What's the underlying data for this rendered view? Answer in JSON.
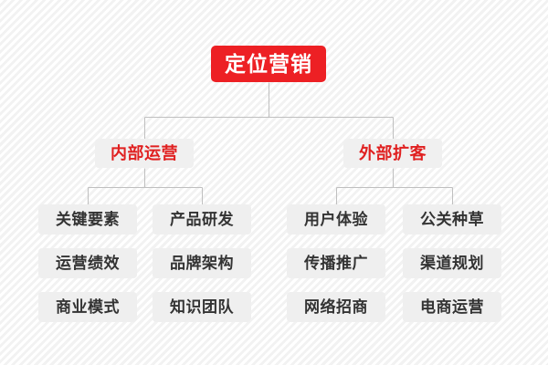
{
  "diagram": {
    "type": "organization-tree",
    "title": "定位营销",
    "colors": {
      "root_background": "#ED2024",
      "root_text": "#FFFFFF",
      "branch_background": "#F0F0F0",
      "branch_text": "#E02020",
      "leaf_background": "#EFEFEF",
      "leaf_text": "#333333",
      "connector_line": "#BFBFBF",
      "page_background": "#FFFFFF",
      "stripe": "#F2F2F2"
    },
    "root": {
      "label": "定位营销"
    },
    "branches": [
      {
        "label": "内部运营",
        "columns": [
          {
            "items": [
              "关键要素",
              "运营绩效",
              "商业模式"
            ]
          },
          {
            "items": [
              "产品研发",
              "品牌架构",
              "知识团队"
            ]
          }
        ]
      },
      {
        "label": "外部扩客",
        "columns": [
          {
            "items": [
              "用户体验",
              "传播推广",
              "网络招商"
            ]
          },
          {
            "items": [
              "公关种草",
              "渠道规划",
              "电商运营"
            ]
          }
        ]
      }
    ]
  }
}
